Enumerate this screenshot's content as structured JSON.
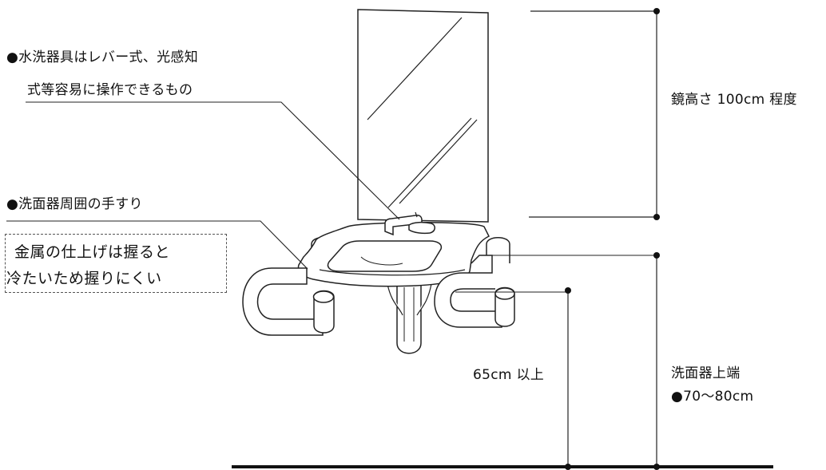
{
  "labels": {
    "faucet_note_line1": "●水洗器具はレバー式、光感知",
    "faucet_note_line2": "式等容易に操作できるもの",
    "handrail_note": "●洗面器周囲の手すり",
    "metal_note_line1": "金属の仕上げは握ると",
    "metal_note_line2": "冷たいため握りにくい",
    "mirror_height": "鏡高さ 100cm 程度",
    "basin_top_line1": "洗面器上端",
    "basin_top_line2": "●70〜80cm",
    "knee_clearance": "65cm 以上"
  }
}
